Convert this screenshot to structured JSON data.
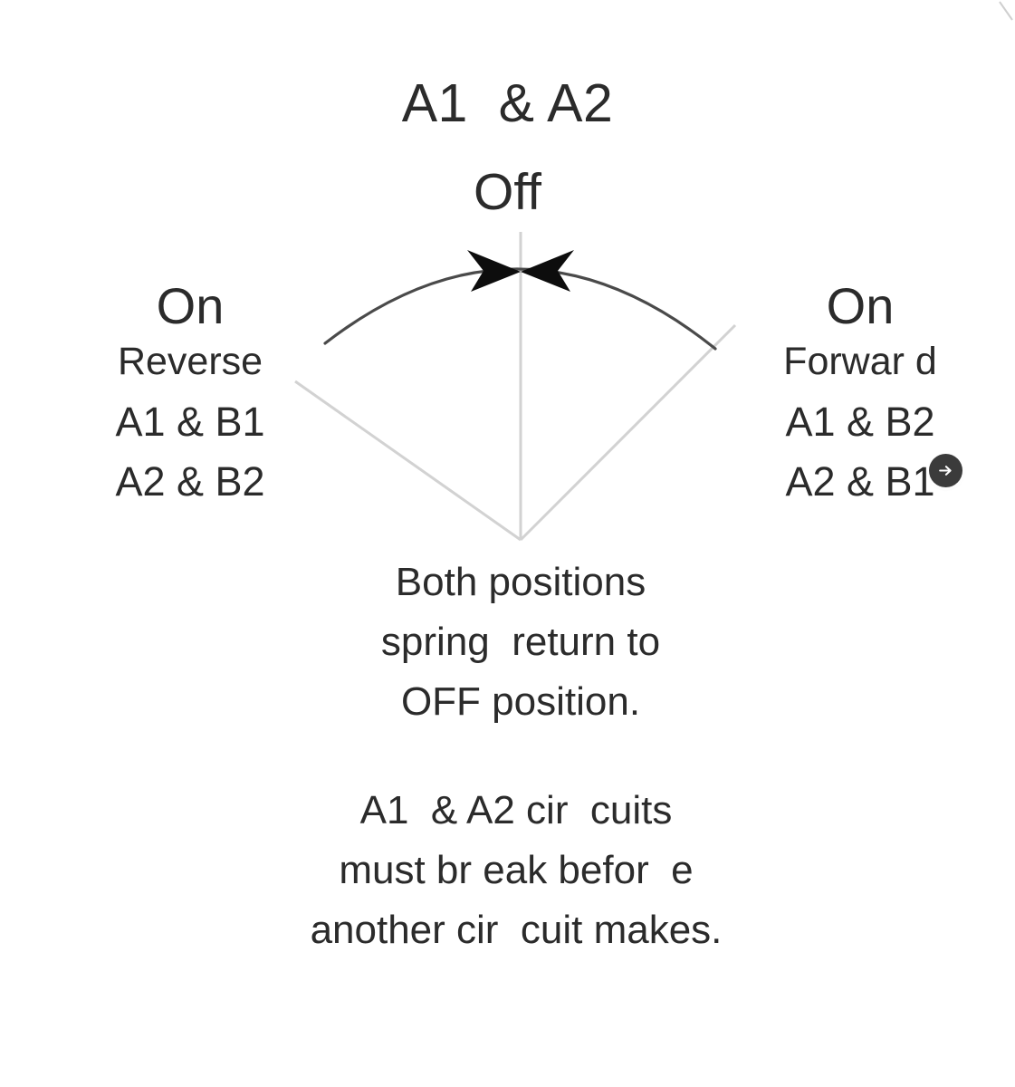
{
  "diagram": {
    "title_line1": "A1  & A2",
    "title_line2": "Off",
    "left": {
      "state": "On",
      "direction": "Reverse",
      "circuits": [
        "A1 & B1",
        "A2 & B2"
      ]
    },
    "right": {
      "state": "On",
      "direction": "Forwar d",
      "circuits": [
        "A1 & B2",
        "A2 & B1"
      ]
    },
    "center_note": [
      "Both positions",
      "spring  return to",
      "OFF position."
    ],
    "bottom_note": [
      "A1  & A2 cir  cuits",
      "must br eak befor  e",
      "another cir  cuit makes."
    ]
  },
  "overlay": {
    "next_button_label": "→"
  },
  "colors": {
    "background": "#ffffff",
    "text": "#2b2b2b",
    "arc_stroke": "#4a4a4a",
    "guide_stroke": "#d2d2d2",
    "arrow_fill": "#0d0d0d",
    "next_button_bg": "#3b3b3b",
    "next_button_icon": "#ffffff"
  }
}
